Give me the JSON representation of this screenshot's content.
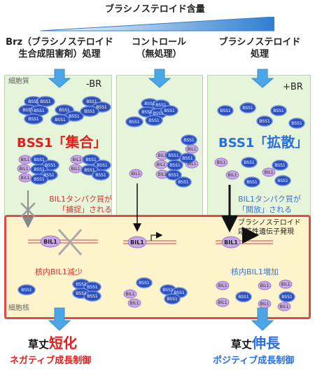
{
  "header": {
    "title": "ブラシノステロイド含量"
  },
  "columns": {
    "left": {
      "heading_line1": "Brz（ブラシノステロイド",
      "heading_line2": "生合成阻害剤）処理",
      "badge": "-BR"
    },
    "center": {
      "heading_line1": "コントロール",
      "heading_line2": "（無処理）"
    },
    "right": {
      "heading_line1": "ブラシノステロイド",
      "heading_line2": "処理",
      "badge": "+BR"
    }
  },
  "labels": {
    "cytoplasm": "細胞質",
    "nucleus": "細胞核",
    "bss1": "BSS1",
    "bil1": "BIL1"
  },
  "left_panel": {
    "state_prefix": "BSS1「",
    "state_word": "集合",
    "state_suffix": "」",
    "protein_line1": "BIL1タンパク質が",
    "protein_line2": "「捕捉」される",
    "nuclear_text": "核内BIL1減少"
  },
  "right_panel": {
    "state_prefix": "BSS1「",
    "state_word": "拡散",
    "state_suffix": "」",
    "protein_line1": "BIL1タンパク質が",
    "protein_line2": "「開放」される",
    "gene_line1": "ブラシノステロイド",
    "gene_line2": "応答性遺伝子発現",
    "nuclear_text": "核内BIL1増加"
  },
  "outcomes": {
    "left": {
      "prefix": "草丈",
      "word": "短化",
      "caption": "ネガティブ成長制御"
    },
    "right": {
      "prefix": "草丈",
      "word": "伸長",
      "caption": "ポジティブ成長制御"
    }
  },
  "colors": {
    "cell_bg": "#e6f4d9",
    "nucleus_bg": "#fdf4cc",
    "nucleus_border": "#e24a4a",
    "bss1_fill": "#2e4fb8",
    "bil1_fill": "#c9a6e6",
    "arrow_blue": "#4aa6e6",
    "red_text": "#e03030",
    "blue_text": "#3a74d6"
  }
}
